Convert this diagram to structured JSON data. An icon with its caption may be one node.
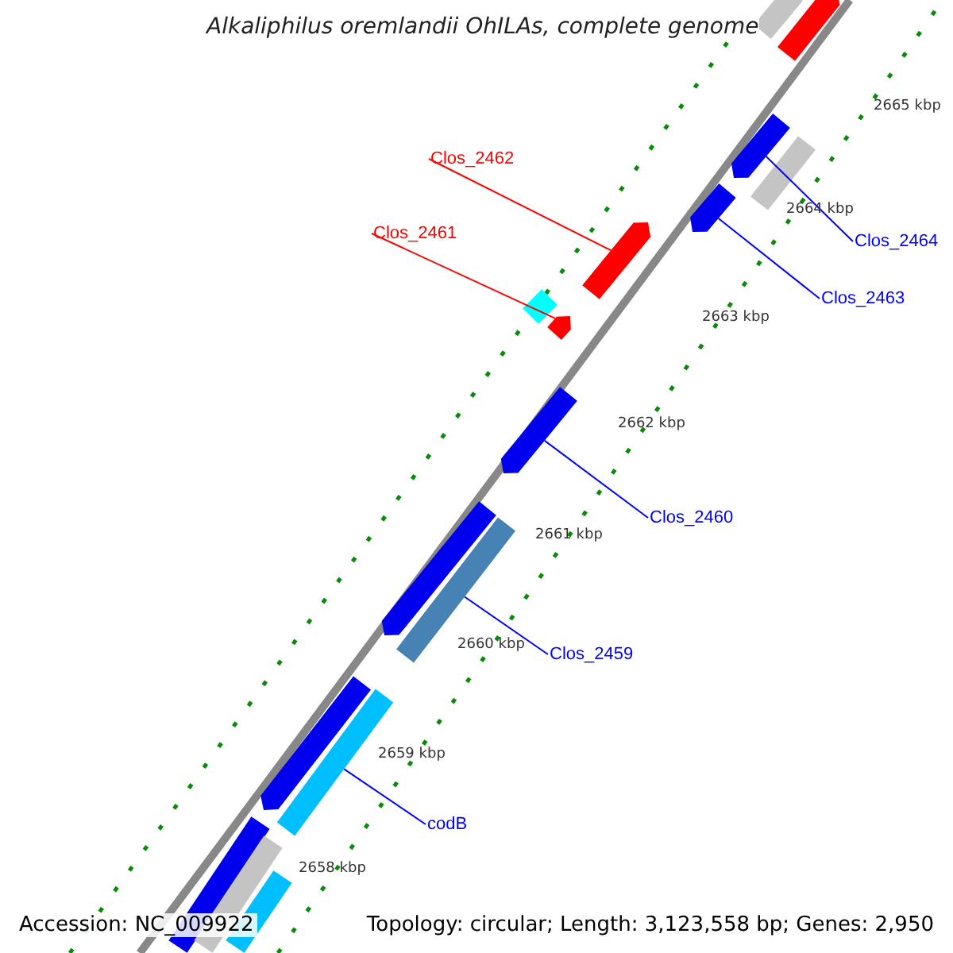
{
  "diagram": {
    "title": "Alkaliphilus oremlandii OhILAs, complete genome",
    "nodes": [
      {
        "text": [],
        "shape": "bar"
      },
      {
        "text": [],
        "shape": "bar"
      },
      {
        "text": [
          "Clos_2462"
        ]
      },
      {
        "text": [],
        "shape": "bar"
      },
      {
        "text": [],
        "shape": "bar"
      },
      {
        "text": [
          "Clos_2464"
        ]
      },
      {
        "text": [],
        "shape": "bar"
      },
      {
        "text": [
          "Clos_2461"
        ]
      },
      {
        "text": [],
        "shape": "bar"
      },
      {
        "text": [
          "Clos_2463"
        ]
      },
      {
        "text": [],
        "shape": "diamond"
      },
      {
        "text": [],
        "shape": "bar"
      },
      {
        "text": [],
        "shape": "bar"
      },
      {
        "text": [
          "Clos_2460"
        ]
      },
      {
        "text": [],
        "shape": "bar"
      },
      {
        "text": [],
        "shape": "bar"
      },
      {
        "text": [
          "Clos_2459"
        ]
      },
      {
        "text": [],
        "shape": "bar"
      },
      {
        "text": [],
        "shape": "bar"
      },
      {
        "text": [
          "codB"
        ]
      },
      {
        "text": [],
        "shape": "bar"
      },
      {
        "text": [],
        "shape": "bar"
      },
      {
        "text": [],
        "shape": "bar"
      }
    ],
    "edges": [
      {
        "from": 2,
        "to": 8,
        "arrow": "none",
        "color": "#ff0000"
      },
      {
        "from": 7,
        "to": 11,
        "arrow": "none",
        "color": "#ff0000"
      },
      {
        "from": 5,
        "to": 3,
        "arrow": "none"
      },
      {
        "from": 9,
        "to": 6,
        "arrow": "none"
      },
      {
        "from": 13,
        "to": 12,
        "arrow": "none"
      },
      {
        "from": 16,
        "to": 15,
        "arrow": "none"
      },
      {
        "from": 19,
        "to": 18,
        "arrow": "none"
      }
    ],
    "labels": [
      "2665 kbp",
      "2664 kbp",
      "2663 kbp",
      "2662 kbp",
      "2661 kbp",
      "2660 kbp",
      "2659 kbp",
      "2658 kbp",
      "Accession: NC_009922",
      "Topology: circular; Length: 3,123,558 bp; Genes: 2,950"
    ]
  }
}
